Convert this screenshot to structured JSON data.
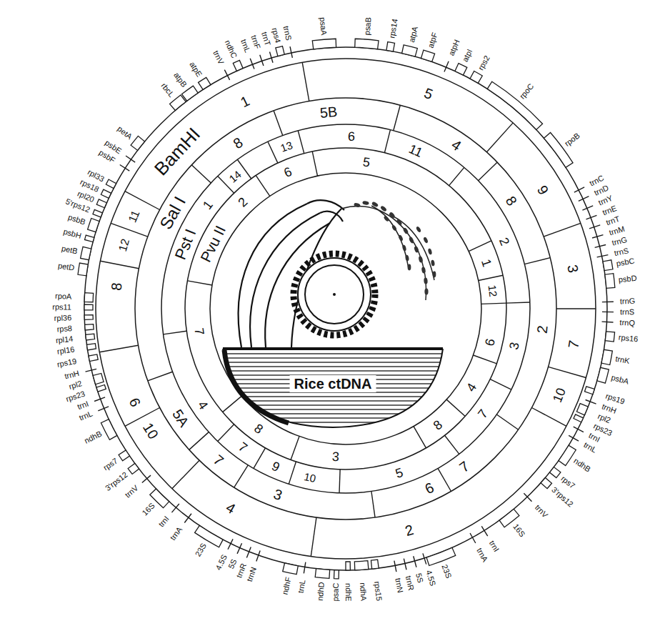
{
  "diagram": {
    "title": "Rice ctDNA",
    "labels": [
      "psaA",
      "psaB",
      "rps14",
      "atpA",
      "atpF",
      "atpH",
      "atpI",
      "rps2",
      "rpoC",
      "rpoB",
      "trnC",
      "trnD",
      "trnY",
      "trnE",
      "trnT",
      "trnM",
      "trnG",
      "trnS",
      "psbC",
      "psbD",
      "trnG",
      "trnS",
      "trnQ",
      "rps16",
      "trnK",
      "psbA",
      "rps19",
      "trnH",
      "rpl2",
      "rps23",
      "trnI",
      "trnL",
      "ndhB",
      "rps7",
      "3'rps12",
      "trnV",
      "16S",
      "trnI",
      "trnA",
      "23S",
      "4.5S",
      "5S",
      "trnR",
      "trnN",
      "rps15",
      "ndhA",
      "ndhE",
      "psaC",
      "ndhD",
      "trnL",
      "ndhF",
      "trnN",
      "trnR",
      "5S",
      "4.5S",
      "23S",
      "trnA",
      "trnI",
      "16S",
      "trnV",
      "3'rps12",
      "rps7",
      "ndhB",
      "trnL",
      "trnI",
      "rps23",
      "rpl2",
      "trnH",
      "rps19",
      "rpl16",
      "rpl14",
      "rps8",
      "rpl36",
      "rps11",
      "rpoA",
      "petD",
      "petB",
      "psbH",
      "psbB",
      "5'rps12",
      "rpl20",
      "rps18",
      "rpl33",
      "psbF",
      "psbE",
      "petA",
      "rbcL",
      "atpB",
      "atpE",
      "trnV",
      "ndhC",
      "trnL",
      "trnF",
      "trnT",
      "rps4",
      "trnS",
      "BamHI",
      "1",
      "5",
      "9",
      "3",
      "7",
      "10",
      "2",
      "4",
      "10",
      "6",
      "8",
      "12",
      "11",
      "Sal I",
      "8",
      "5B",
      "4",
      "8",
      "2",
      "7",
      "6",
      "3",
      "7",
      "5A",
      "Pst I",
      "1",
      "14",
      "13",
      "6",
      "11",
      "2",
      "3",
      "7",
      "5",
      "10",
      "9",
      "7",
      "4",
      "Pvu II",
      "2",
      "6",
      "5",
      "1",
      "12",
      "6",
      "4",
      "8",
      "3",
      "8",
      "7"
    ]
  }
}
